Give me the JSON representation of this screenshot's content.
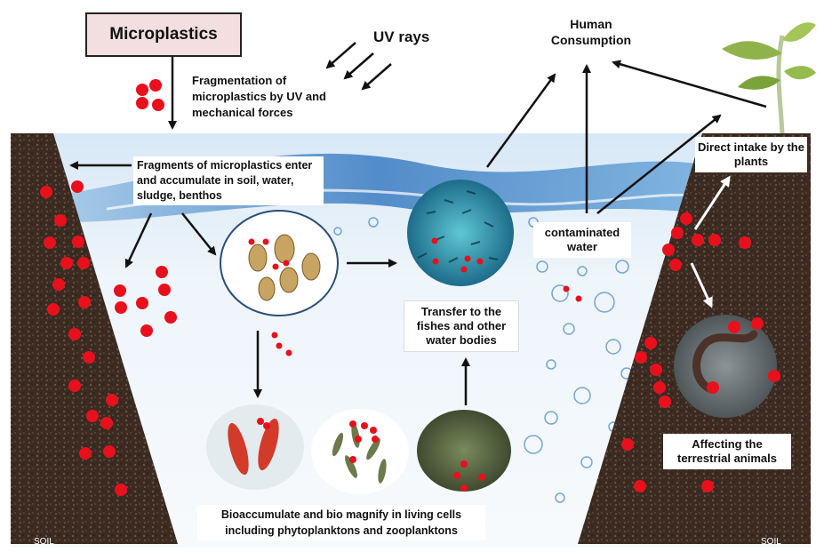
{
  "labels": {
    "microplastics": "Microplastics",
    "uv_rays": "UV rays",
    "fragmentation": "Fragmentation of microplastics by UV and mechanical forces",
    "human_consumption": "Human Consumption",
    "fragments_accumulate": "Fragments of microplastics enter and accumulate in soil, water, sludge, benthos",
    "direct_intake": "Direct intake by the plants",
    "contaminated_water": "contaminated water",
    "transfer_fishes": "Transfer to the fishes and other water bodies",
    "affecting_animals": "Affecting the terrestrial animals",
    "bioaccumulate": "Bioaccumulate and bio magnify in living cells including phytoplanktons and zooplanktons",
    "soil_left": "SOIL",
    "soil_right": "SOIL"
  },
  "colors": {
    "microplastic_particle": "#e8101c",
    "soil": "#3a2a22",
    "water_light": "#eaf3fb",
    "water_blue": "#3f83c7",
    "title_box": "#f4dfe0"
  },
  "icons": {
    "plant": "plant-icon",
    "fish_school": "fish-school-icon",
    "zooplankton": "zooplankton-icon",
    "earthworm": "earthworm-icon"
  }
}
